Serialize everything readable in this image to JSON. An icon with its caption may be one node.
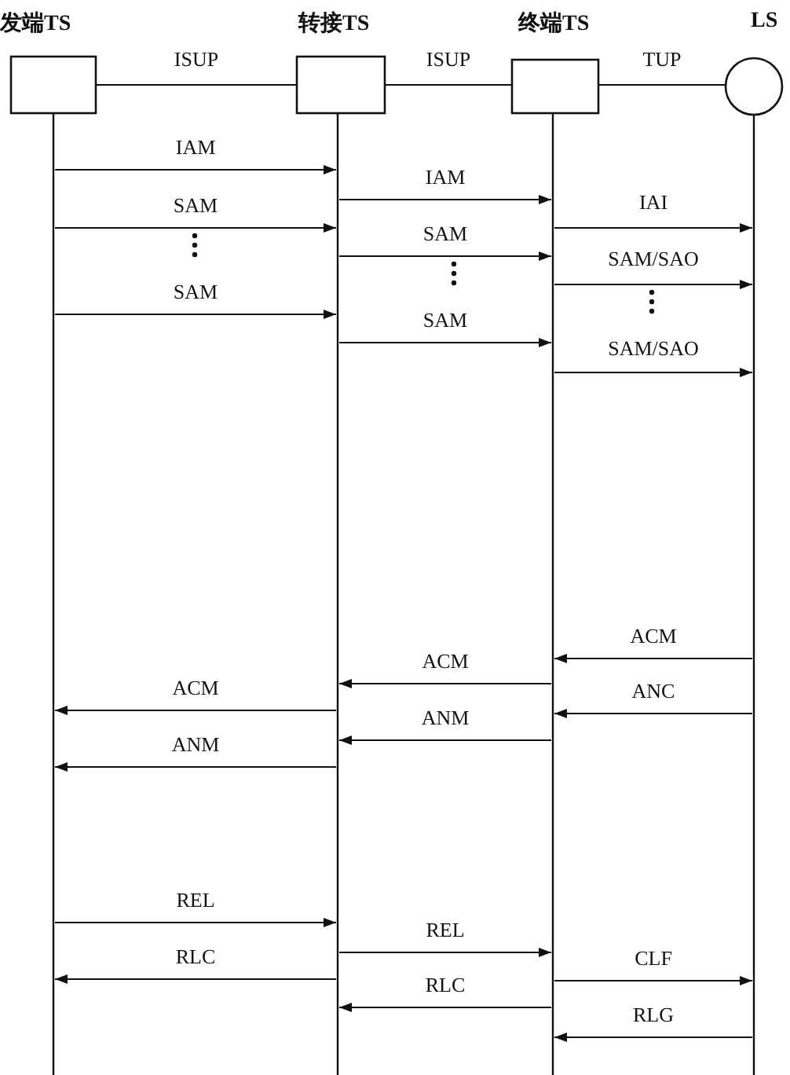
{
  "diagram": {
    "nodes": [
      {
        "text": [
          "发端TS"
        ]
      },
      {
        "text": [
          "转接TS"
        ]
      },
      {
        "text": [
          "终端TS"
        ]
      },
      {
        "text": [
          "LS"
        ]
      }
    ],
    "edges": [
      {
        "from": 0,
        "to": 1,
        "arrow": "none",
        "label": "ISUP"
      },
      {
        "from": 1,
        "to": 2,
        "arrow": "none",
        "label": "ISUP"
      },
      {
        "from": 2,
        "to": 3,
        "arrow": "none",
        "label": "TUP"
      },
      {
        "from": 0,
        "to": 1,
        "arrow": "to",
        "label": "IAM"
      },
      {
        "from": 1,
        "to": 2,
        "arrow": "to",
        "label": "IAM"
      },
      {
        "from": 0,
        "to": 1,
        "arrow": "to",
        "label": "SAM"
      },
      {
        "from": 2,
        "to": 3,
        "arrow": "to",
        "label": "IAI"
      },
      {
        "from": 1,
        "to": 2,
        "arrow": "to",
        "label": "SAM"
      },
      {
        "from": 2,
        "to": 3,
        "arrow": "to",
        "label": "SAM/SAO"
      },
      {
        "from": 0,
        "to": 1,
        "arrow": "to",
        "label": "SAM"
      },
      {
        "from": 1,
        "to": 2,
        "arrow": "to",
        "label": "SAM"
      },
      {
        "from": 2,
        "to": 3,
        "arrow": "to",
        "label": "SAM/SAO"
      },
      {
        "from": 3,
        "to": 2,
        "arrow": "to",
        "label": "ACM"
      },
      {
        "from": 2,
        "to": 1,
        "arrow": "to",
        "label": "ACM"
      },
      {
        "from": 1,
        "to": 0,
        "arrow": "to",
        "label": "ACM"
      },
      {
        "from": 3,
        "to": 2,
        "arrow": "to",
        "label": "ANC"
      },
      {
        "from": 2,
        "to": 1,
        "arrow": "to",
        "label": "ANM"
      },
      {
        "from": 1,
        "to": 0,
        "arrow": "to",
        "label": "ANM"
      },
      {
        "from": 0,
        "to": 1,
        "arrow": "to",
        "label": "REL"
      },
      {
        "from": 1,
        "to": 2,
        "arrow": "to",
        "label": "REL"
      },
      {
        "from": 1,
        "to": 0,
        "arrow": "to",
        "label": "RLC"
      },
      {
        "from": 2,
        "to": 3,
        "arrow": "to",
        "label": "CLF"
      },
      {
        "from": 2,
        "to": 1,
        "arrow": "to",
        "label": "RLC"
      },
      {
        "from": 3,
        "to": 2,
        "arrow": "to",
        "label": "RLG"
      }
    ]
  }
}
